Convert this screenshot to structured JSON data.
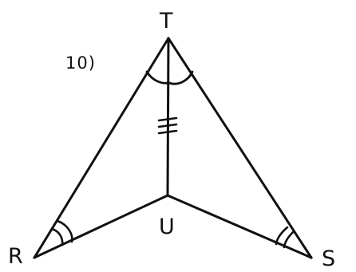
{
  "problem_number": "10)",
  "points": {
    "T": "T",
    "U": "U",
    "R": "R",
    "S": "S"
  }
}
